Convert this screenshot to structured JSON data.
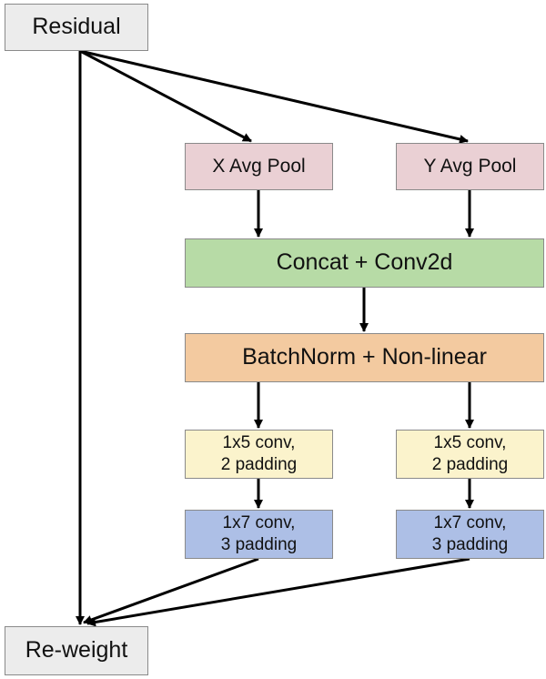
{
  "nodes": {
    "residual": "Residual",
    "x_avg_pool": "X Avg Pool",
    "y_avg_pool": "Y Avg Pool",
    "concat_conv2d": "Concat + Conv2d",
    "batchnorm_nonlinear": "BatchNorm + Non-linear",
    "conv_1x5_left": "1x5 conv,\n2 padding",
    "conv_1x5_right": "1x5 conv,\n2 padding",
    "conv_1x7_left": "1x7 conv,\n3 padding",
    "conv_1x7_right": "1x7 conv,\n3 padding",
    "reweight": "Re-weight"
  },
  "edges": [
    [
      "residual",
      "x_avg_pool"
    ],
    [
      "residual",
      "y_avg_pool"
    ],
    [
      "residual",
      "reweight"
    ],
    [
      "x_avg_pool",
      "concat_conv2d"
    ],
    [
      "y_avg_pool",
      "concat_conv2d"
    ],
    [
      "concat_conv2d",
      "batchnorm_nonlinear"
    ],
    [
      "batchnorm_nonlinear",
      "conv_1x5_left"
    ],
    [
      "batchnorm_nonlinear",
      "conv_1x5_right"
    ],
    [
      "conv_1x5_left",
      "conv_1x7_left"
    ],
    [
      "conv_1x5_right",
      "conv_1x7_right"
    ],
    [
      "conv_1x7_left",
      "reweight"
    ],
    [
      "conv_1x7_right",
      "reweight"
    ]
  ]
}
